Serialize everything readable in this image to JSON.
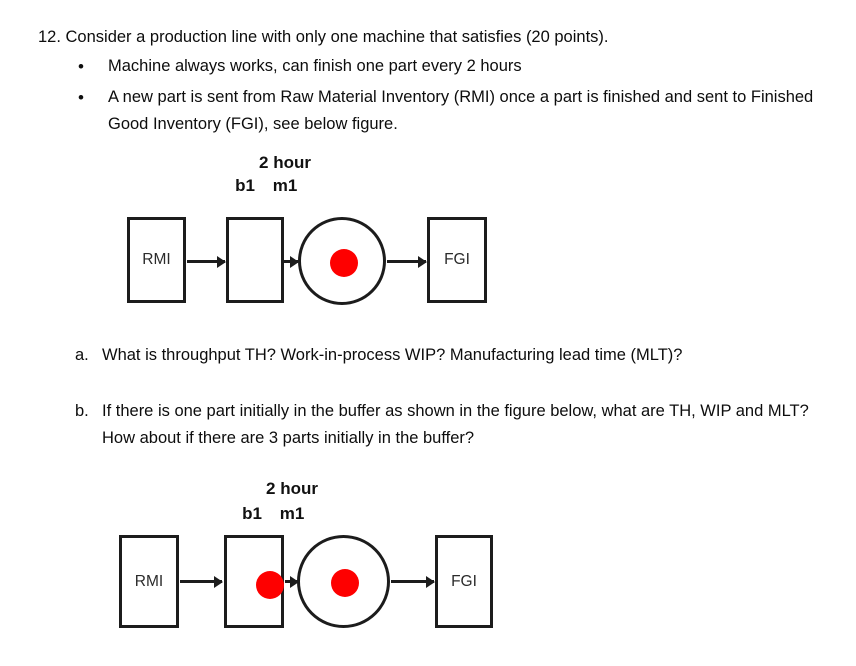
{
  "question": {
    "number_line": "12. Consider a production line with only one machine that satisfies (20 points).",
    "bullets": [
      {
        "marker": "•",
        "text": "Machine always works, can finish one part every 2 hours"
      },
      {
        "marker": "•",
        "text": "A new part is sent from Raw Material Inventory (RMI) once a part is finished and sent to Finished Good Inventory (FGI), see below figure."
      }
    ],
    "subparts": [
      {
        "label": "a.",
        "text": "What is throughput TH? Work-in-process WIP? Manufacturing lead time (MLT)?"
      },
      {
        "label": "b.",
        "text": "If there is one part initially in the buffer as shown in the figure below, what are TH, WIP and MLT? How about if there are 3 parts initially in the buffer?"
      }
    ]
  },
  "figure_1": {
    "caption_time": "2 hour",
    "buffer_label": "b1",
    "machine_label": "m1",
    "rmi_label": "RMI",
    "buffer_text": "",
    "fgi_label": "FGI",
    "buffer_parts": 0,
    "machine_parts": 1,
    "part_color": "#fe0000",
    "stroke_color": "#1c1c1c"
  },
  "figure_2": {
    "caption_time": "2 hour",
    "buffer_label": "b1",
    "machine_label": "m1",
    "rmi_label": "RMI",
    "buffer_text": "",
    "fgi_label": "FGI",
    "buffer_parts": 1,
    "machine_parts": 1,
    "part_color": "#fe0000",
    "stroke_color": "#1c1c1c"
  }
}
